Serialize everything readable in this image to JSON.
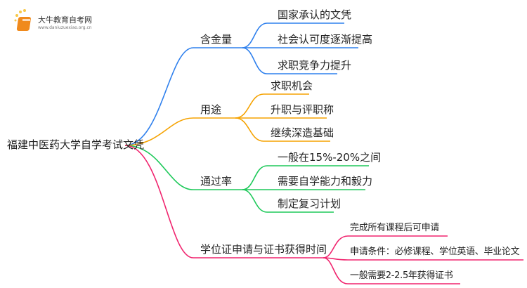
{
  "logo": {
    "title": "大牛教育自考网",
    "url": "www.daniuzuexiao.org.cn"
  },
  "root": "福建中医药大学自学考试文凭",
  "colors": {
    "blue": "#2f80ed",
    "orange": "#f5a200",
    "green": "#1ec95a",
    "pink": "#f0246e"
  },
  "branches": [
    {
      "label": "含金量",
      "children": [
        "国家承认的文凭",
        "社会认可度逐渐提高",
        "求职竞争力提升"
      ]
    },
    {
      "label": "用途",
      "children": [
        "求职机会",
        "升职与评职称",
        "继续深造基础"
      ]
    },
    {
      "label": "通过率",
      "children": [
        "一般在15%-20%之间",
        "需要自学能力和毅力",
        "制定复习计划"
      ]
    },
    {
      "label": "学位证申请与证书获得时间",
      "children": [
        "完成所有课程后可申请",
        "申请条件：必修课程、学位英语、毕业论文",
        "一般需要2-2.5年获得证书"
      ]
    }
  ]
}
